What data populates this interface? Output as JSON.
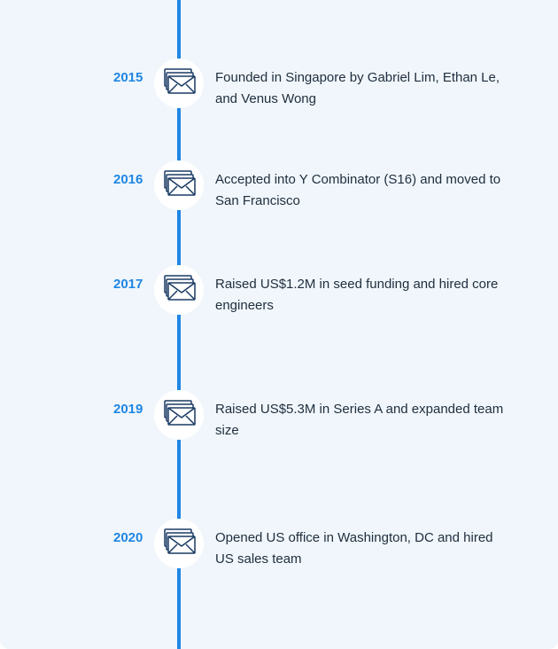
{
  "accent_color": "#1f86e3",
  "icon": "envelopes-icon",
  "events": [
    {
      "year": "2015",
      "text": "Founded in Singapore by Gabriel Lim, Ethan Le, and Venus Wong"
    },
    {
      "year": "2016",
      "text": "Accepted into Y Combinator (S16) and moved to San Francisco"
    },
    {
      "year": "2017",
      "text": "Raised US$1.2M in seed funding and hired core engineers"
    },
    {
      "year": "2019",
      "text": "Raised US$5.3M in Series A and expanded team size"
    },
    {
      "year": "2020",
      "text": "Opened US office in Washington, DC and hired US sales team"
    }
  ]
}
